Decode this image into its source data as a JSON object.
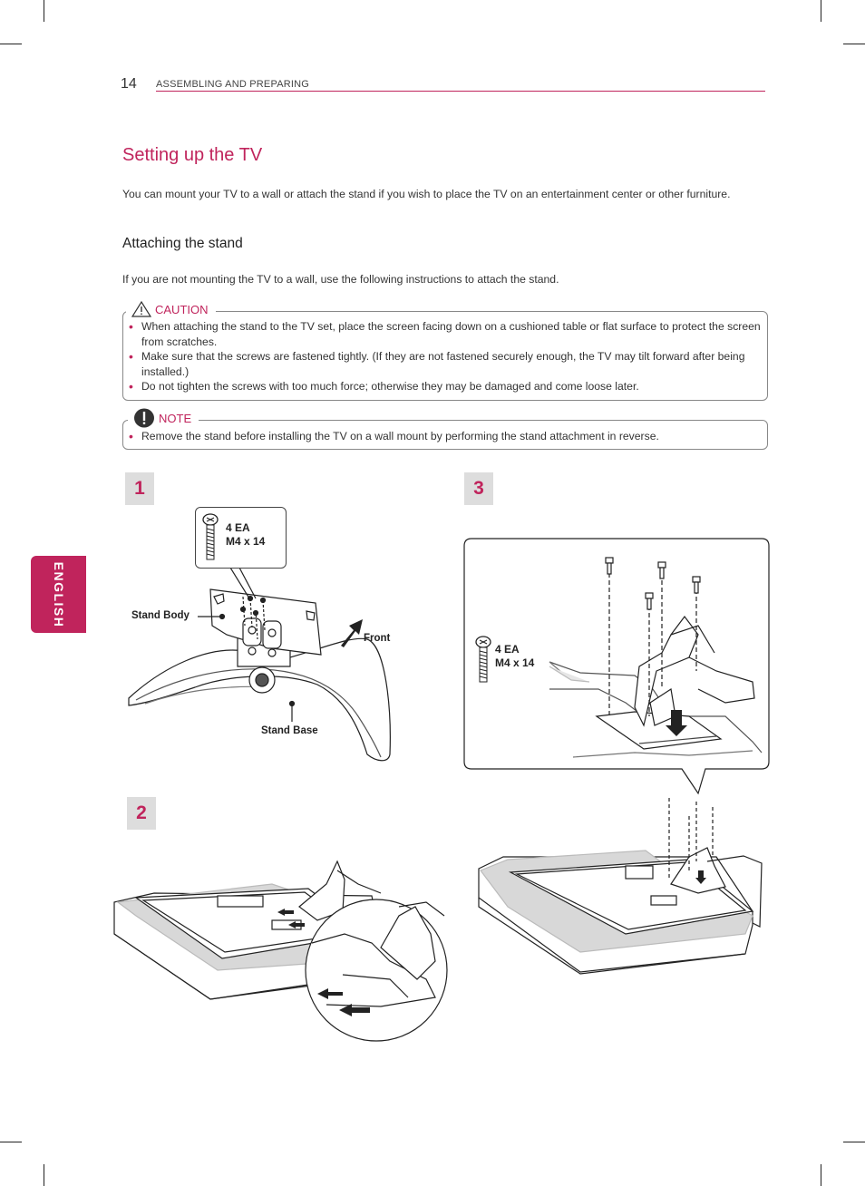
{
  "header": {
    "page_number": "14",
    "section_title": "ASSEMBLING AND PREPARING"
  },
  "side_tab": {
    "label": "ENGLISH"
  },
  "title": "Setting up the TV",
  "intro": "You can mount your TV to a wall or attach the stand if you wish to place the TV on an entertainment center or other furniture.",
  "subheading": "Attaching the stand",
  "instruction": "If you are not mounting the TV to a wall, use the following instructions to attach the stand.",
  "caution": {
    "label": "CAUTION",
    "items": [
      "When attaching the stand to the TV set, place the screen facing down on a cushioned table or flat surface to protect the screen from scratches.",
      "Make sure that the screws are fastened tightly. (If they are not fastened securely enough, the TV may tilt forward after being installed.)",
      "Do not tighten the screws with too much force; otherwise they may be damaged and come loose later."
    ]
  },
  "note": {
    "label": "NOTE",
    "items": [
      "Remove the stand before installing the TV on a wall mount by performing the stand attachment in reverse."
    ]
  },
  "steps": {
    "step1": {
      "number": "1",
      "screw_qty": "4 EA",
      "screw_size": "M4 x 14",
      "label_stand_body": "Stand Body",
      "label_stand_base": "Stand Base",
      "label_front": "Front"
    },
    "step2": {
      "number": "2"
    },
    "step3": {
      "number": "3",
      "screw_qty": "4 EA",
      "screw_size": "M4 x 14"
    }
  },
  "colors": {
    "accent": "#c0245c",
    "step_bg": "#dddddd"
  }
}
